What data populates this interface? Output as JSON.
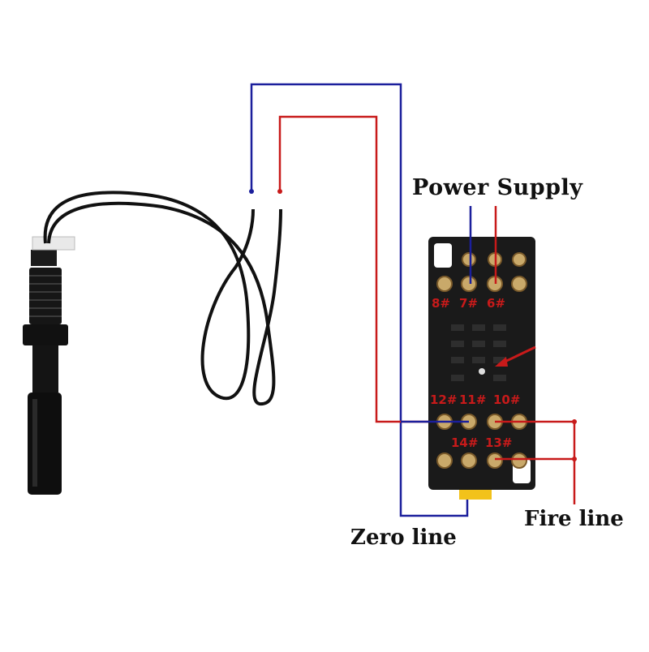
{
  "labels": {
    "power_supply": "Power Supply",
    "zero_line": "Zero line",
    "fire_line": "Fire line"
  },
  "relay_socket": {
    "top_terminals": [
      "8#",
      "7#",
      "6#"
    ],
    "bottom_terminals_upper": [
      "12#",
      "11#",
      "10#"
    ],
    "bottom_terminals_lower": [
      "14#",
      "13#"
    ]
  },
  "colors": {
    "zero_wire": "#1b1f9c",
    "fire_wire": "#c81a1a",
    "sensor_cable": "#111111",
    "socket_body": "#1a1a1a"
  }
}
